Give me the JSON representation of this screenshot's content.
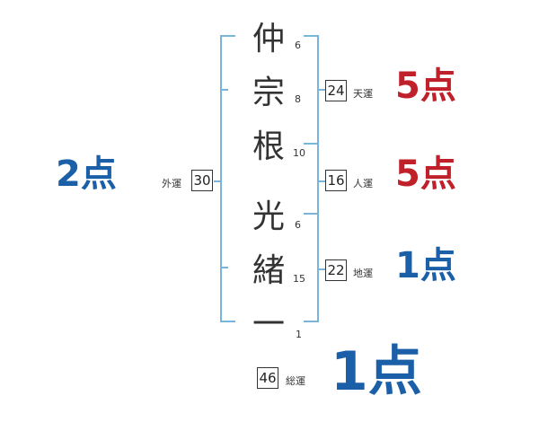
{
  "colors": {
    "bracket": "#7ab4d8",
    "blue": "#1a5fa8",
    "red": "#c0202a"
  },
  "kanji": [
    {
      "char": "仲",
      "strokes": "6"
    },
    {
      "char": "宗",
      "strokes": "8"
    },
    {
      "char": "根",
      "strokes": "10"
    },
    {
      "char": "光",
      "strokes": "6"
    },
    {
      "char": "緒",
      "strokes": "15"
    },
    {
      "char": "一",
      "strokes": "1"
    }
  ],
  "unsei": {
    "ten": {
      "value": "24",
      "label": "天運",
      "score": "5点"
    },
    "jin": {
      "value": "16",
      "label": "人運",
      "score": "5点"
    },
    "chi": {
      "value": "22",
      "label": "地運",
      "score": "1点"
    },
    "gai": {
      "value": "30",
      "label": "外運",
      "score": "2点"
    },
    "so": {
      "value": "46",
      "label": "総運",
      "score": "1点"
    }
  }
}
